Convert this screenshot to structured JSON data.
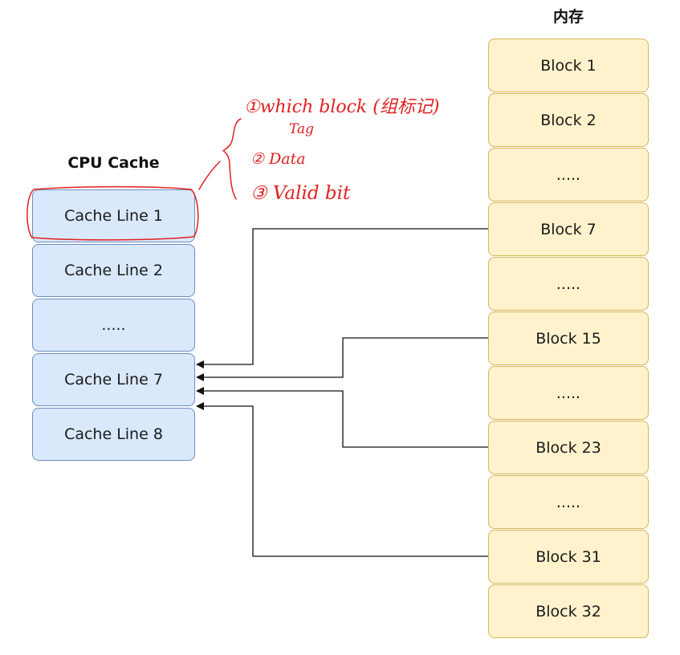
{
  "cache": {
    "title": "CPU Cache",
    "lines": [
      "Cache Line 1",
      "Cache Line 2",
      ".....",
      "Cache Line 7",
      "Cache Line 8"
    ]
  },
  "memory": {
    "title": "内存",
    "blocks": [
      "Block 1",
      "Block 2",
      ".....",
      "Block 7",
      ".....",
      "Block 15",
      ".....",
      "Block 23",
      ".....",
      "Block 31",
      "Block 32"
    ]
  },
  "annotation": {
    "item1": "①which block (组标记)",
    "item1_sub": "Tag",
    "item2": "② Data",
    "item3": "③ Valid bit"
  },
  "colors": {
    "cache_fill": "#dae8fc",
    "cache_border": "#6c8ebf",
    "memory_fill": "#fff2cc",
    "memory_border": "#d6b656",
    "annotation": "#e02020"
  }
}
